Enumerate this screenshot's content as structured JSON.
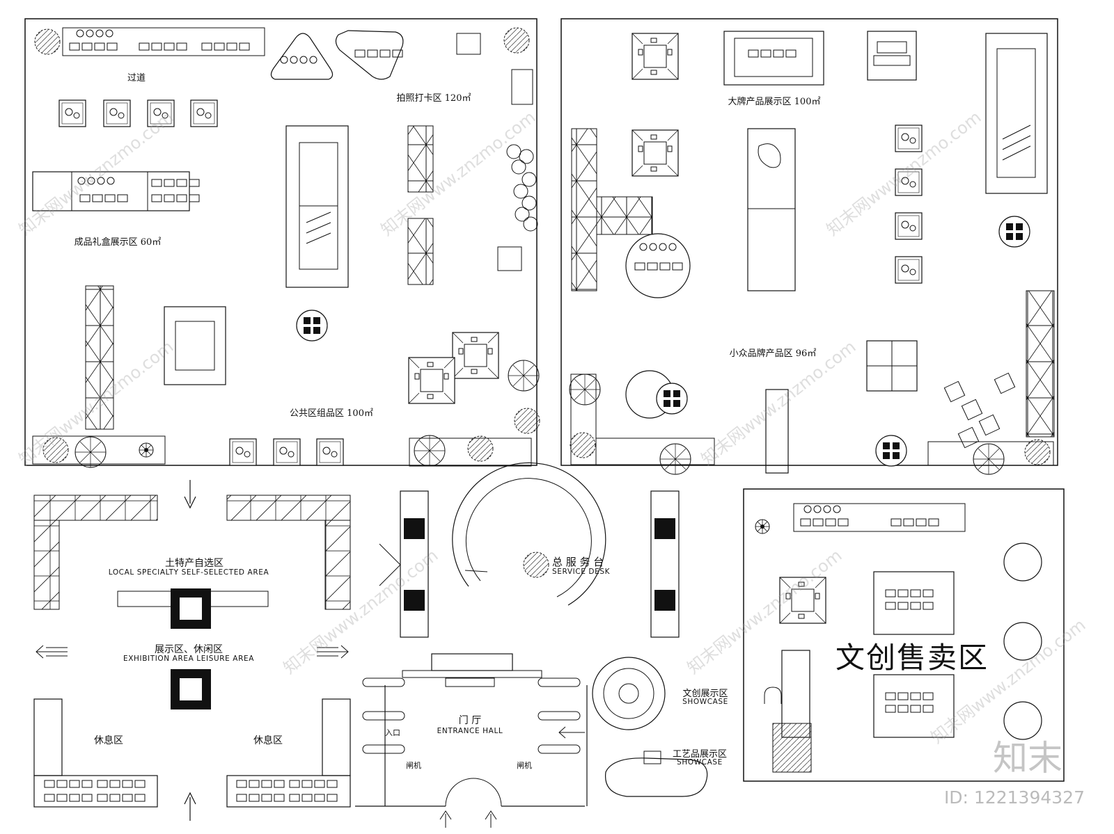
{
  "zones": {
    "corridor": "过道",
    "photo_zone": "拍照打卡区 120㎡",
    "gift_box": "成品礼盒展示区 60㎡",
    "public_group": "公共区组品区 100㎡",
    "big_brand": "大牌产品展示区 100㎡",
    "small_brand": "小众品牌产品区 96㎡",
    "local_cn": "土特产自选区",
    "local_en": "LOCAL SPECIALTY SELF-SELECTED AREA",
    "exhibition_cn": "展示区、休闲区",
    "exhibition_en": "EXHIBITION AREA LEISURE AREA",
    "rest_left": "休息区",
    "rest_right": "休息区",
    "service_cn": "总 服 务 台",
    "service_en": "SERVICE DESK",
    "hall_cn": "门 厅",
    "hall_en": "ENTRANCE HALL",
    "entrance": "入口",
    "gate_left": "闸机",
    "gate_right": "闸机",
    "creative_show_cn": "文创展示区",
    "creative_show_en": "SHOWCASE",
    "craft_show_cn": "工艺品展示区",
    "craft_show_en": "SHOWCASE",
    "creative_sale": "文创售卖区"
  },
  "watermark": {
    "site": "知末网www.znzmo.com",
    "brand": "知末",
    "id": "ID: 1221394327"
  }
}
